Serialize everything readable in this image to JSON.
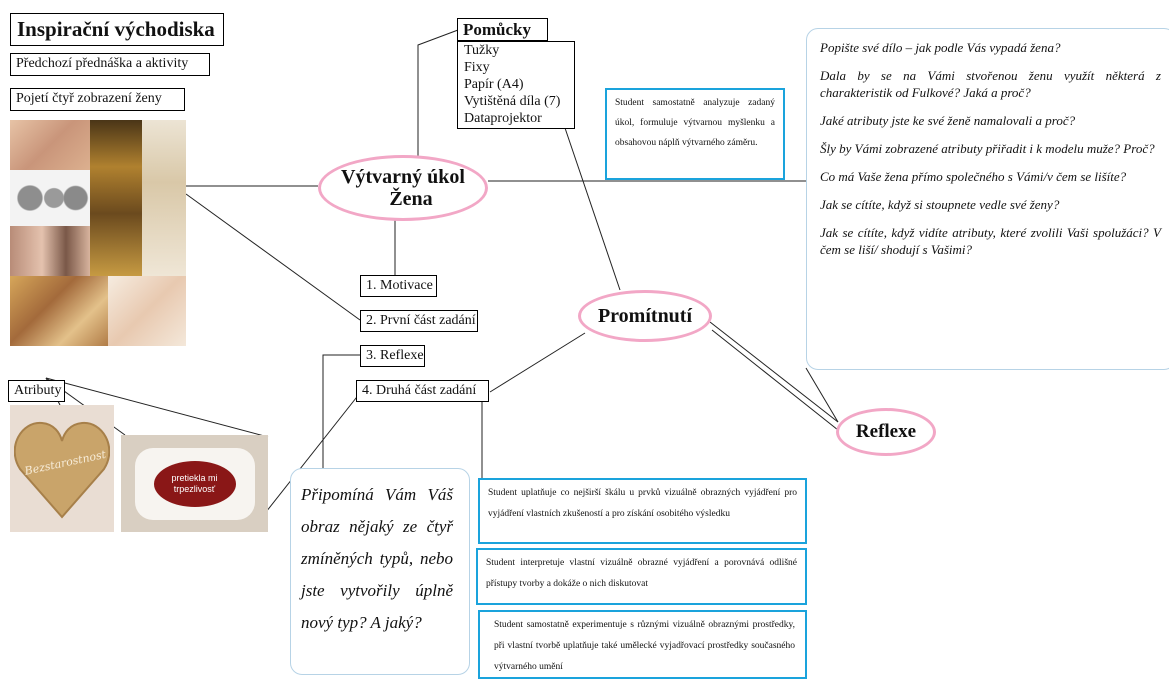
{
  "center": {
    "line1": "Výtvarný úkol",
    "line2": "Žena"
  },
  "promitnuti": "Promítnutí",
  "reflexe_bubble": "Reflexe",
  "inspirace": {
    "title": "Inspirační východiska",
    "item1": "Předchozí přednáška a aktivity",
    "item2": "Pojetí čtyř zobrazení ženy"
  },
  "atributy": {
    "label": "Atributy",
    "heart_text": "Bezstarostnost",
    "patch_text_line1": "pretiekla mi",
    "patch_text_line2": "trpezlivosť"
  },
  "pomucky": {
    "title": "Pomůcky",
    "items": [
      "Tužky",
      "Fixy",
      "Papír (A4)",
      "Vytištěná díla (7)",
      "Dataprojektor"
    ]
  },
  "steps": [
    "1. Motivace",
    "2. První část zadání",
    "3. Reflexe",
    "4. Druhá část zadání"
  ],
  "goal_top": "Student samostatně analyzuje zadaný úkol, formuluje výtvarnou myšlenku a obsahovou náplň výtvarného záměru.",
  "goals_bottom": [
    "Student uplatňuje co nejširší škálu u prvků vizuálně obrazných vyjádření pro vyjádření vlastních zkušeností a pro získání osobitého výsledku",
    "Student interpretuje vlastní vizuálně obrazné vyjádření a porovnává odlišné přístupy tvorby a dokáže o nich diskutovat",
    "Student samostatně experimentuje s různými vizuálně obraznými prostředky, při vlastní tvorbě uplatňuje také umělecké vyjadřovací prostředky současného výtvarného umění"
  ],
  "reflection_question": "Připomíná Vám Váš obraz nějaký ze čtyř zmíněných typů, nebo jste vytvořily úplně nový typ? A jaký?",
  "questions": {
    "q1": "Popište své dílo – jak podle Vás vypadá žena?",
    "q2": "Dala by se na Vámi stvořenou ženu využít některá z charakteristik od Fulkové? Jaká a proč?",
    "q3": "Jaké atributy jste ke své ženě namalovali a proč?",
    "q4": "Šly by Vámi zobrazené atributy přiřadit i k modelu muže? Proč?",
    "q5": "Co má Vaše žena přímo společného s Vámi/v čem se lišíte?",
    "q6": "Jak se cítíte, když si stoupnete vedle své ženy?",
    "q7": "Jak se cítíte, když vidíte atributy, které zvolili Vaši spolužáci? V čem se liší/ shodují s Vašimi?"
  }
}
